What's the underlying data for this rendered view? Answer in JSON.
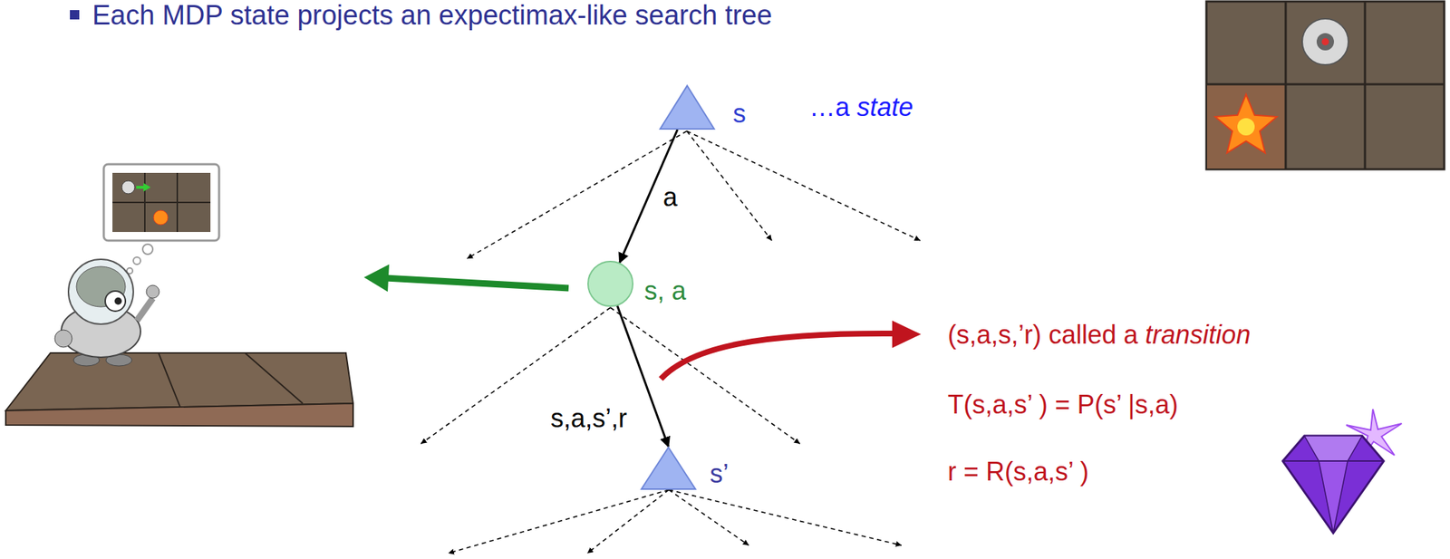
{
  "diagram": {
    "title": "Each MDP state projects an expectimax-like search tree",
    "nodes": [
      {
        "text": [
          "s"
        ]
      },
      {
        "text": [
          "s, a"
        ]
      },
      {
        "text": [
          "s’"
        ]
      }
    ],
    "edges": [
      {
        "from": 0,
        "to": 1,
        "arrow": "to",
        "label": "a"
      },
      {
        "from": 1,
        "to": 2,
        "arrow": "to",
        "label": "s,a,s’,r"
      }
    ],
    "labels": [
      "…a state",
      "(s,a,s,’r) called a transition",
      "T(s,a,s’ ) = P(s’ |s,a)",
      "r = R(s,a,s’ )"
    ]
  }
}
